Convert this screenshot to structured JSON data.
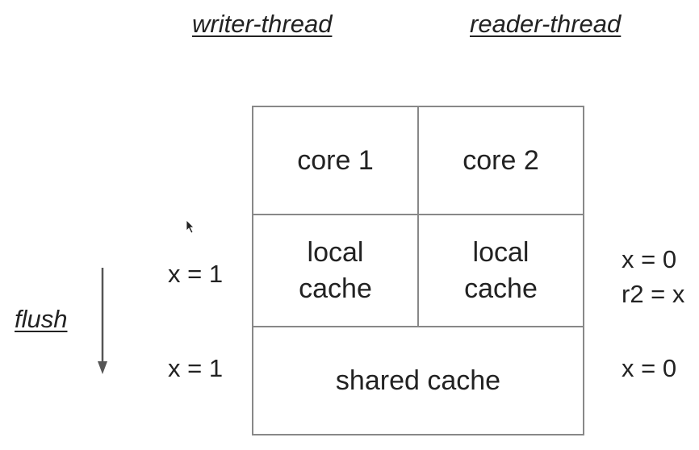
{
  "headings": {
    "writer": "writer-thread",
    "reader": "reader-thread"
  },
  "cells": {
    "core1": "core 1",
    "core2": "core 2",
    "local_cache_1": "local\ncache",
    "local_cache_2": "local\ncache",
    "shared_cache": "shared cache"
  },
  "writer_values": {
    "local_cache": "x = 1",
    "shared_cache": "x = 1"
  },
  "reader_values": {
    "local_cache": "x = 0\nr2 = x",
    "shared_cache": "x = 0"
  },
  "flush": {
    "label": "flush",
    "arrow_icon": "arrow-down-icon"
  },
  "colors": {
    "border": "#888888",
    "text": "#222222"
  }
}
